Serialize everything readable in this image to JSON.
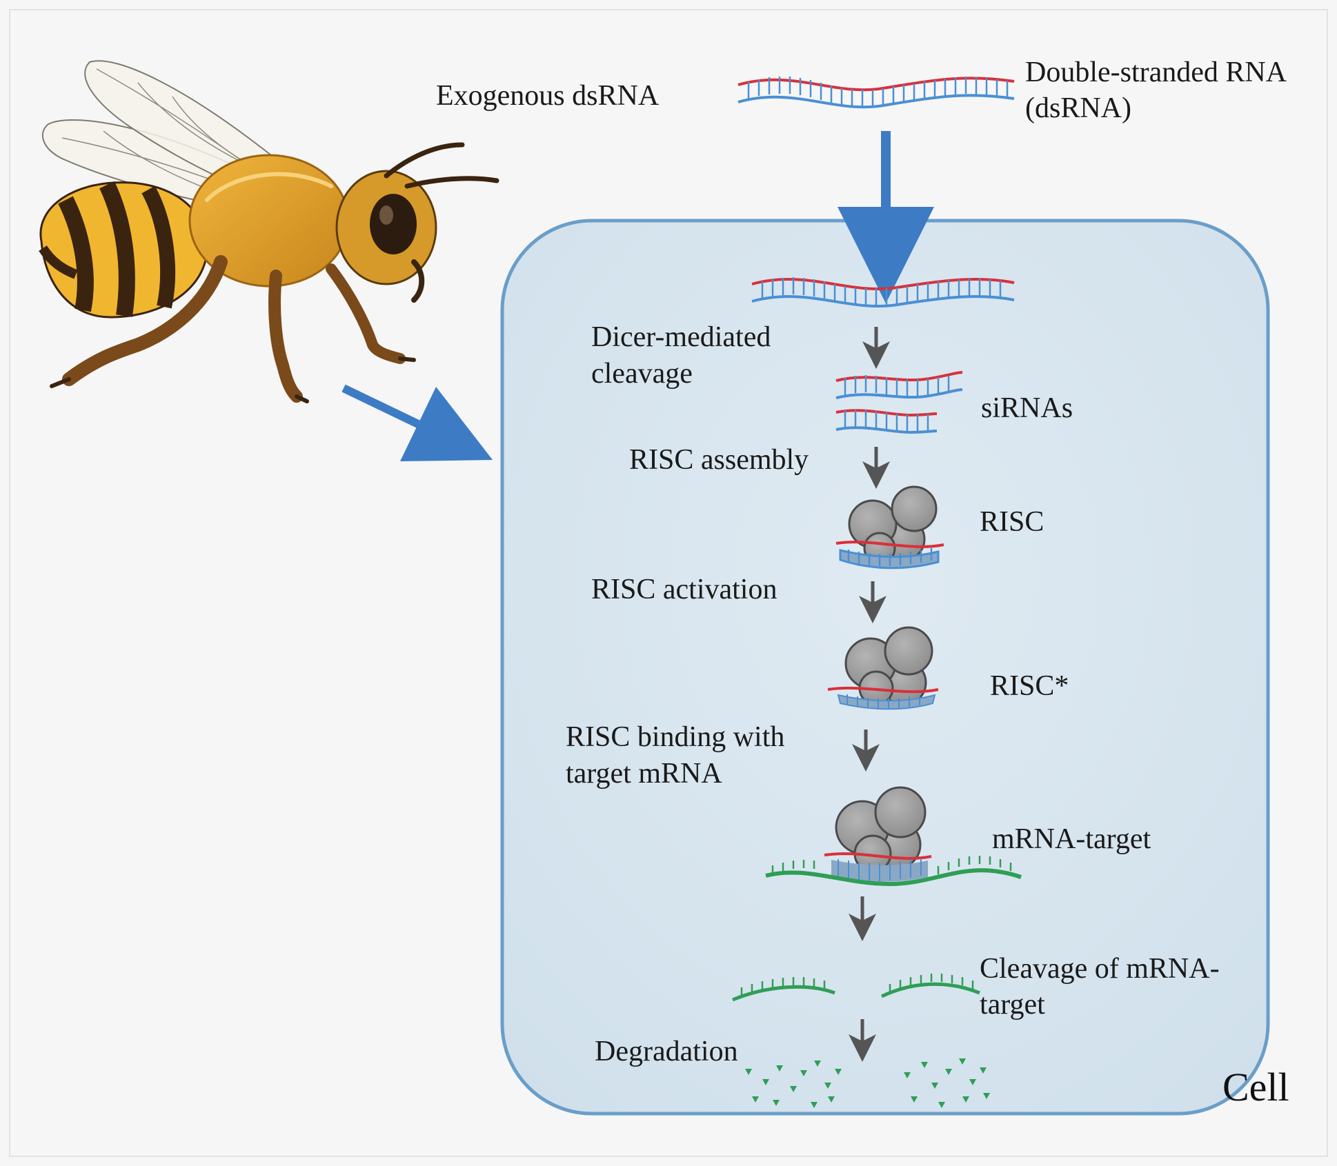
{
  "labels": {
    "exogenous": "Exogenous dsRNA",
    "dsrna_line1": "Double-stranded RNA",
    "dsrna_line2": "(dsRNA)",
    "dicer_line1": "Dicer-mediated",
    "dicer_line2": "cleavage",
    "sirnas": "siRNAs",
    "risc_assembly": "RISC assembly",
    "risc": "RISC",
    "risc_activation": "RISC activation",
    "risc_star": "RISC*",
    "binding_line1": "RISC binding with",
    "binding_line2": "target mRNA",
    "mrna_target": "mRNA-target",
    "cleavage_line1": "Cleavage of mRNA-",
    "cleavage_line2": "target",
    "degradation": "Degradation",
    "cell": "Cell"
  },
  "icons": {
    "organism": "honeybee-icon",
    "complex": "risc-protein-complex-icon"
  },
  "colors": {
    "cell_fill": "#d9e6ef",
    "cell_stroke": "#6a9ec9",
    "arrow_blue": "#3d7cc4",
    "arrow_gray": "#555555",
    "strand_red": "#d9303a",
    "strand_blue": "#4a8fd4",
    "strand_green": "#2f9e55",
    "protein_gray": "#a3a3a3"
  }
}
